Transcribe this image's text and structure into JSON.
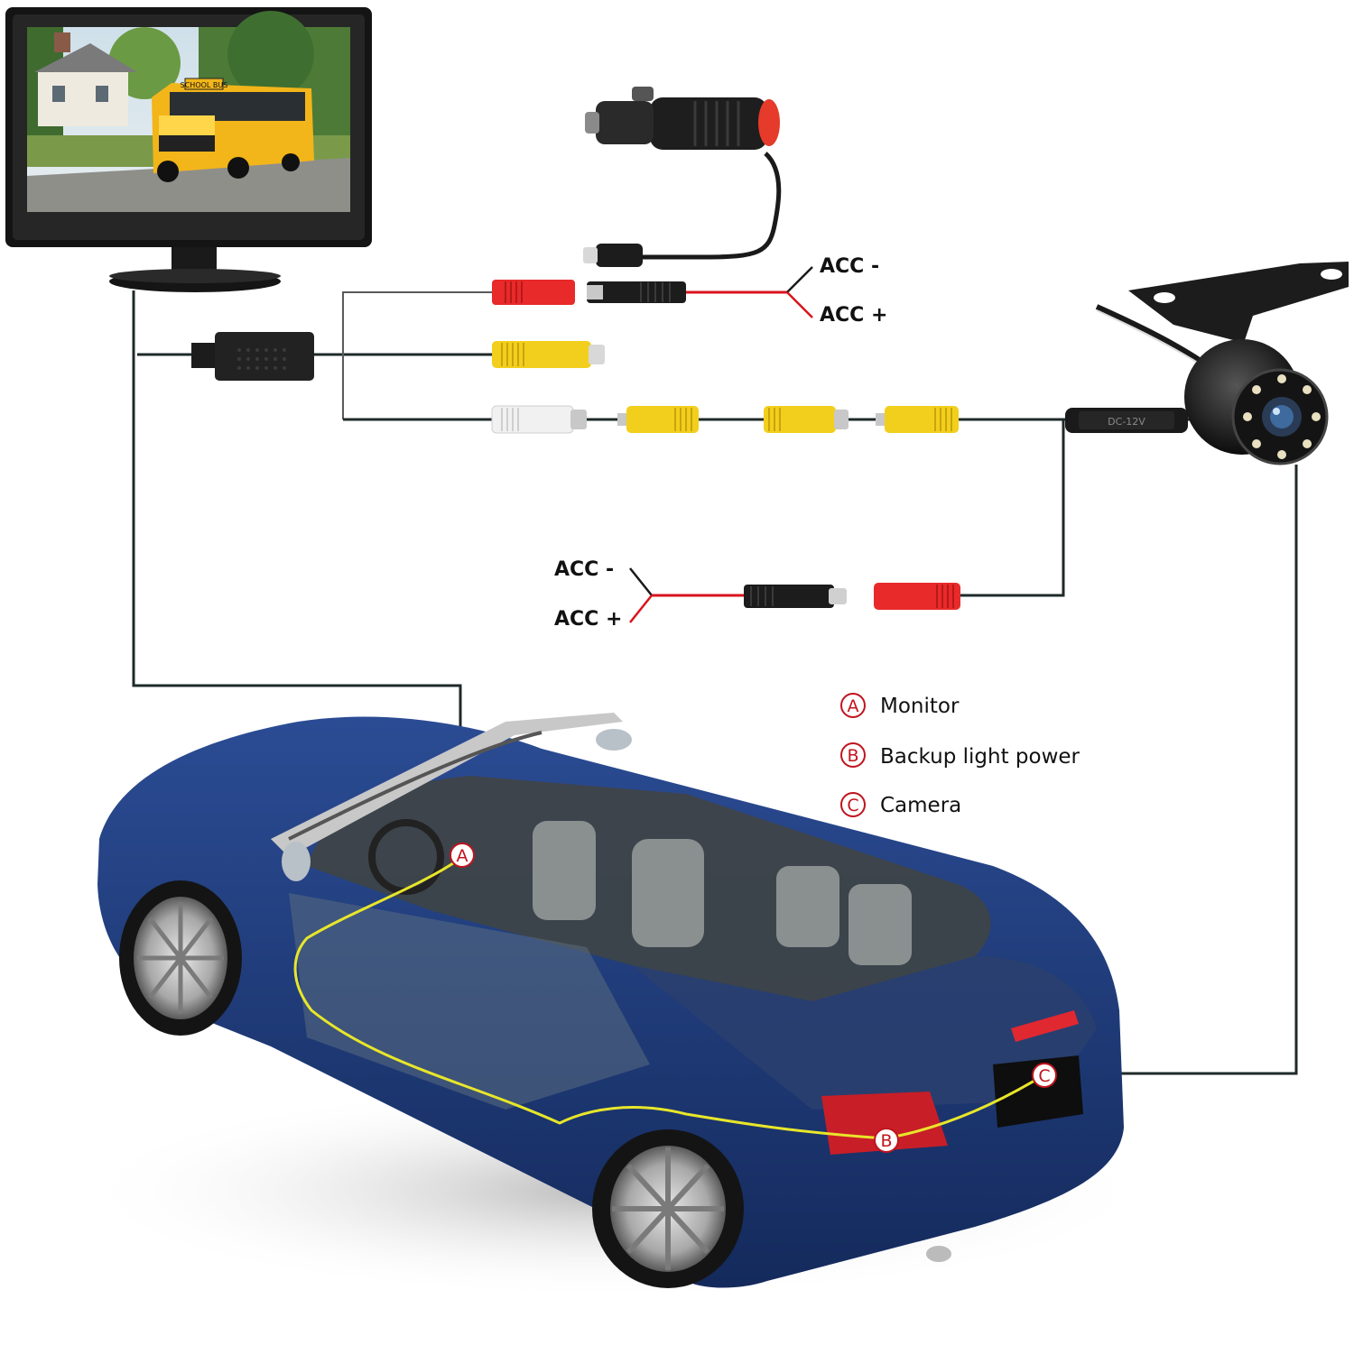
{
  "acc_top": {
    "minus": "ACC -",
    "plus": "ACC +"
  },
  "acc_bottom": {
    "minus": "ACC -",
    "plus": "ACC +"
  },
  "monitor_screen": {
    "bus_sign": "SCHOOL BUS"
  },
  "camera_box": {
    "label": "DC-12V"
  },
  "markers": {
    "a": "A",
    "b": "B",
    "c": "C"
  },
  "legend": [
    {
      "marker": "A",
      "text": "Monitor"
    },
    {
      "marker": "B",
      "text": "Backup light power"
    },
    {
      "marker": "C",
      "text": "Camera"
    }
  ],
  "colors": {
    "wire": "#1f2a2a",
    "red_wire": "#d8141c",
    "rca_yellow": "#f2cf1d",
    "rca_red": "#e82a2a",
    "car_body": "#1e3a78",
    "harness": "#e8e62a",
    "marker": "#c0141e"
  }
}
